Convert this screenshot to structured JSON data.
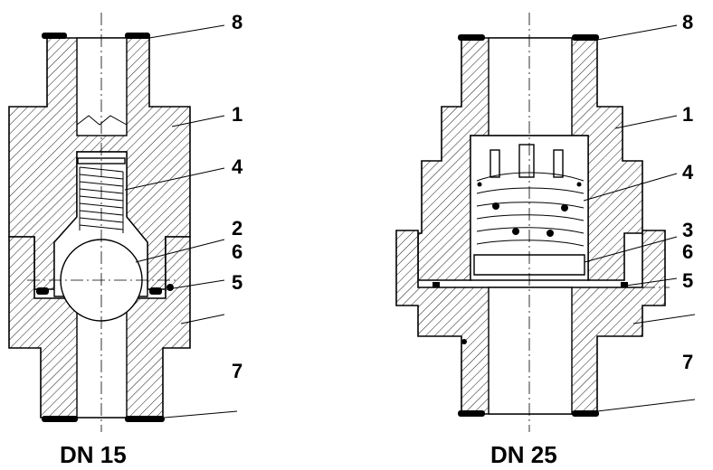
{
  "left_view": {
    "caption": "DN 15",
    "labels": [
      "8",
      "1",
      "4",
      "2",
      "6",
      "5",
      "7"
    ]
  },
  "right_view": {
    "caption": "DN 25",
    "labels": [
      "8",
      "1",
      "4",
      "3",
      "6",
      "5",
      "7"
    ]
  }
}
